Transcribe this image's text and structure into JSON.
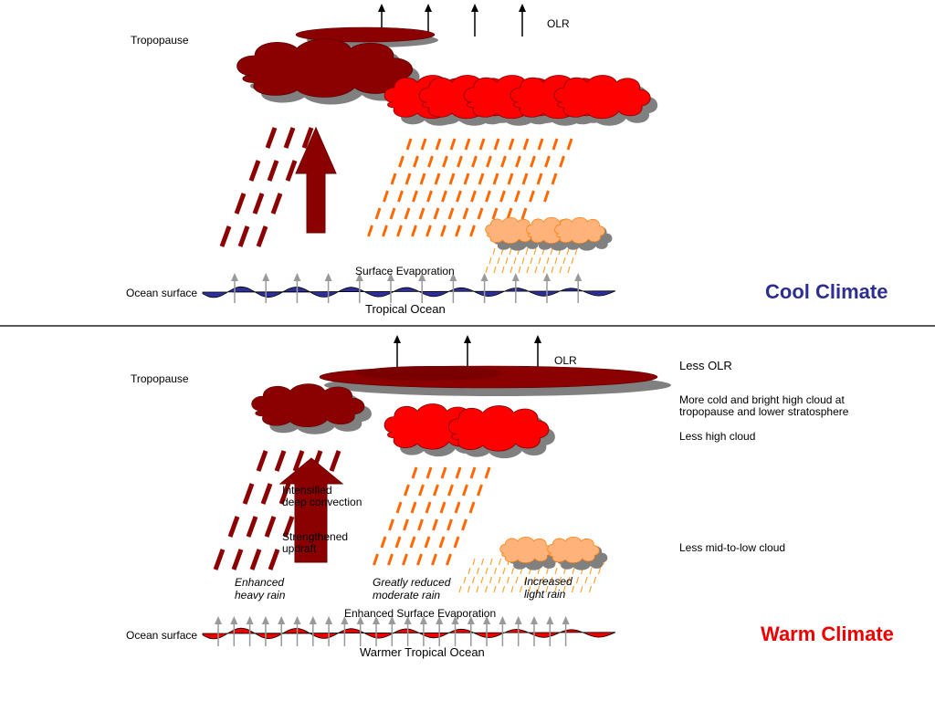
{
  "colors": {
    "dark_cloud": "#8b0000",
    "bright_cloud": "#ff0000",
    "low_cloud": "#ffb37a",
    "cloud_shadow": "#808080",
    "orange_rain": "#ff6a00",
    "light_rain": "#ffa030",
    "cool_ocean": "#2e2e9a",
    "warm_ocean": "#ee0000",
    "cool_title": "#2e2e8f",
    "warm_title": "#ee0000",
    "evap_arrow": "#999999"
  },
  "cool": {
    "title": "Cool Climate",
    "tropopause": "Tropopause",
    "olr": "OLR",
    "ocean_surface": "Ocean surface",
    "evaporation": "Surface Evaporation",
    "ocean": "Tropical Ocean"
  },
  "warm": {
    "title": "Warm Climate",
    "tropopause": "Tropopause",
    "olr": "OLR",
    "ocean_surface": "Ocean surface",
    "evaporation": "Enhanced Surface Evaporation",
    "ocean": "Warmer Tropical Ocean",
    "convection": "Intensified\ndeep convection",
    "updraft": "Strengthened\nupdraft",
    "heavy_rain": "Enhanced\nheavy rain",
    "moderate_rain": "Greatly reduced\nmoderate rain",
    "light_rain": "Increased\nlight rain",
    "notes": [
      "Less OLR",
      "More cold and bright high cloud at\ntropopause and lower stratosphere",
      "Less high cloud",
      "Less mid-to-low cloud"
    ]
  }
}
